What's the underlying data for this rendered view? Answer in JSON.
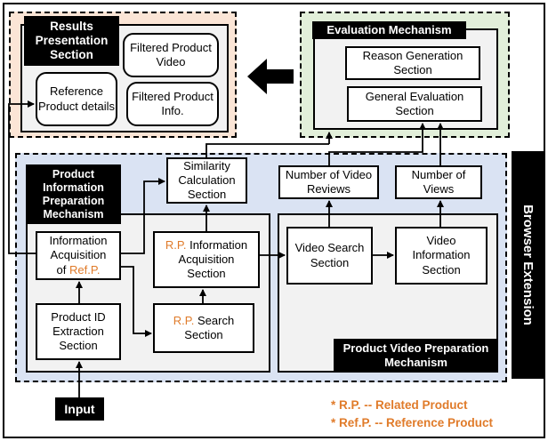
{
  "colors": {
    "results_bg": "#fbe5d6",
    "evaluation_bg": "#e2efda",
    "extension_bg": "#dae3f3",
    "panel_bg": "#f2f2f2",
    "accent_orange": "#e07b2a"
  },
  "results_section": {
    "title": "Results Presentation Section",
    "boxes": {
      "filtered_video": "Filtered Product Video",
      "reference_details": "Reference Product details",
      "filtered_info": "Filtered Product Info."
    }
  },
  "evaluation_section": {
    "title": "Evaluation Mechanism",
    "boxes": {
      "reason_generation": "Reason Generation Section",
      "general_evaluation": "General Evaluation Section"
    }
  },
  "browser_extension_label": "Browser Extension",
  "product_info_mechanism": {
    "title": "Product Information Preparation Mechanism",
    "info_acquisition_ref": {
      "line1": "Information",
      "line2": "Acquisition",
      "prefix": "of ",
      "highlight": "Ref.P."
    },
    "product_id_extraction": "Product ID Extraction Section",
    "rp_info_acquisition": {
      "highlight": "R.P.",
      "text1": " Information",
      "text2": "Acquisition",
      "text3": "Section"
    },
    "rp_search": {
      "highlight": "R.P.",
      "text1": " Search",
      "text2": "Section"
    }
  },
  "similarity_calc": "Similarity Calculation Section",
  "number_of_video_reviews": "Number of Video Reviews",
  "number_of_views": "Number of Views",
  "video_mechanism": {
    "title": "Product Video Preparation Mechanism",
    "video_search": "Video Search Section",
    "video_information": "Video Information Section"
  },
  "input_label": "Input",
  "footnotes": {
    "rp": "* R.P. -- Related Product",
    "refp": "* Ref.P. -- Reference Product"
  }
}
